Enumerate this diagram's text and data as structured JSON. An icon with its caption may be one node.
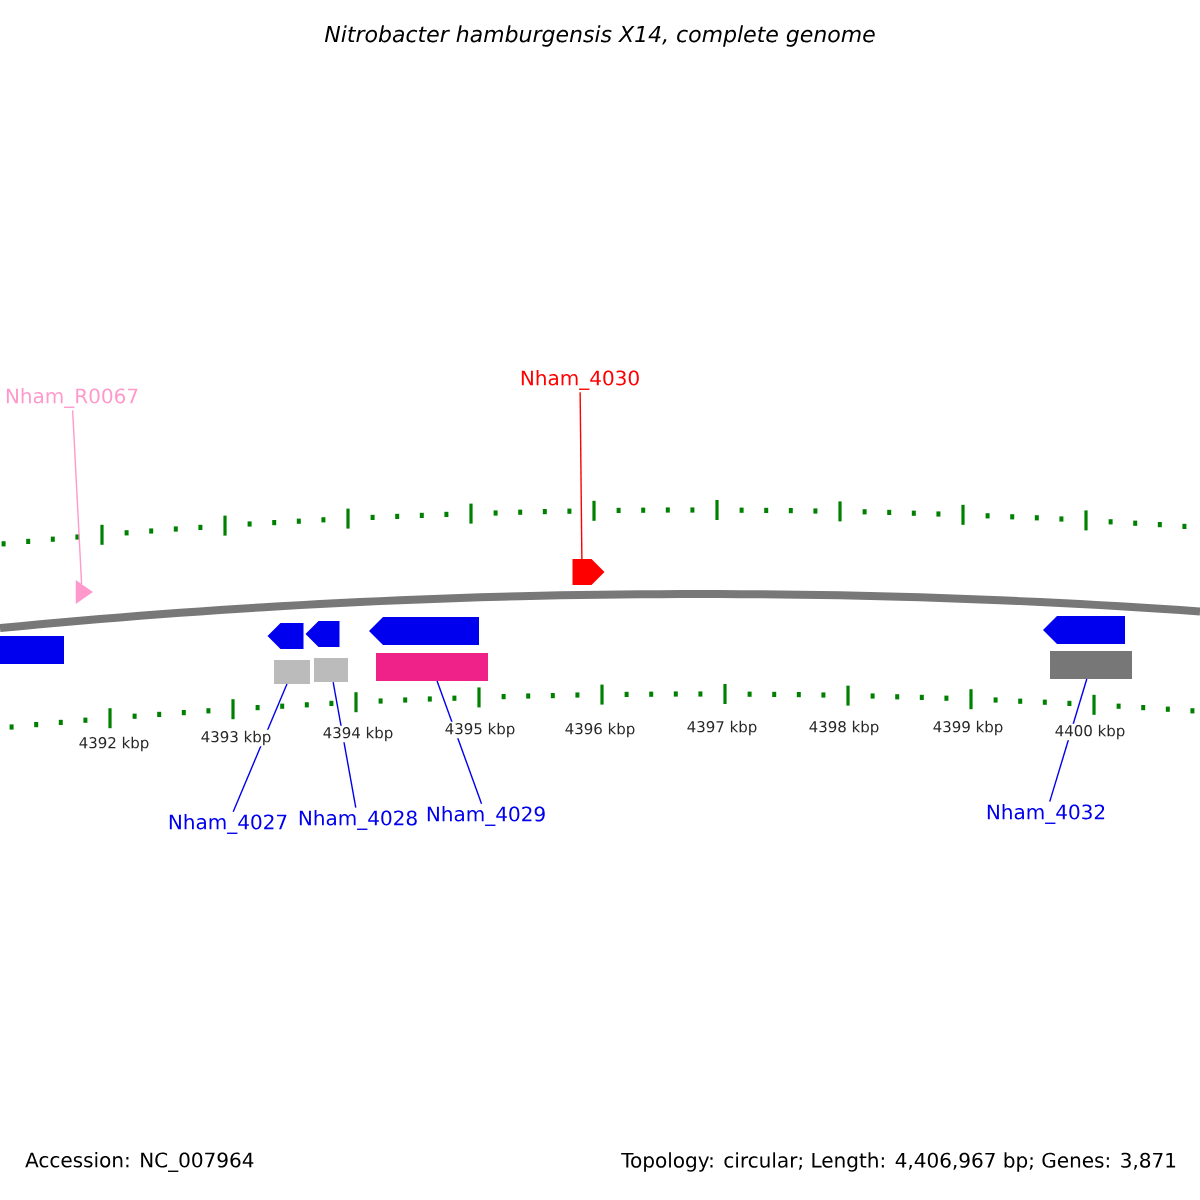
{
  "diagram": {
    "title": "Nitrobacter hamburgensis X14, complete genome",
    "nodes": [
      {
        "text": [
          "Nham_R0067"
        ]
      },
      {
        "text": [
          "Nham_4030"
        ]
      },
      {
        "text": [
          "Nham_4027"
        ]
      },
      {
        "text": [
          "Nham_4028"
        ]
      },
      {
        "text": [
          "Nham_4029"
        ]
      },
      {
        "text": [
          "Nham_4032"
        ]
      },
      {
        "text": [],
        "shape": "arrow"
      },
      {
        "text": [],
        "shape": "arrow"
      },
      {
        "text": [],
        "shape": "bar"
      },
      {
        "text": [],
        "shape": "arrow"
      },
      {
        "text": [],
        "shape": "bar"
      },
      {
        "text": [],
        "shape": "arrow"
      },
      {
        "text": [],
        "shape": "bar"
      },
      {
        "text": [],
        "shape": "arrow"
      },
      {
        "text": [],
        "shape": "bar"
      },
      {
        "text": [],
        "shape": "arrow"
      },
      {
        "text": [],
        "shape": "bar"
      }
    ],
    "edges": [
      {
        "from": 0,
        "to": 6,
        "arrow": "none",
        "color": "#ff99cc"
      },
      {
        "from": 1,
        "to": 7,
        "arrow": "none",
        "color": "#ff0000"
      },
      {
        "from": 2,
        "to": 10,
        "arrow": "none"
      },
      {
        "from": 3,
        "to": 12,
        "arrow": "none"
      },
      {
        "from": 4,
        "to": 14,
        "arrow": "none"
      },
      {
        "from": 5,
        "to": 16,
        "arrow": "none"
      }
    ],
    "labels": [
      "4392 kbp",
      "4393 kbp",
      "4394 kbp",
      "4395 kbp",
      "4396 kbp",
      "4397 kbp",
      "4398 kbp",
      "4399 kbp",
      "4400 kbp",
      "Accession: NC_007964",
      "Topology: circular; Length: 4,406,967 bp; Genes: 3,871"
    ]
  }
}
